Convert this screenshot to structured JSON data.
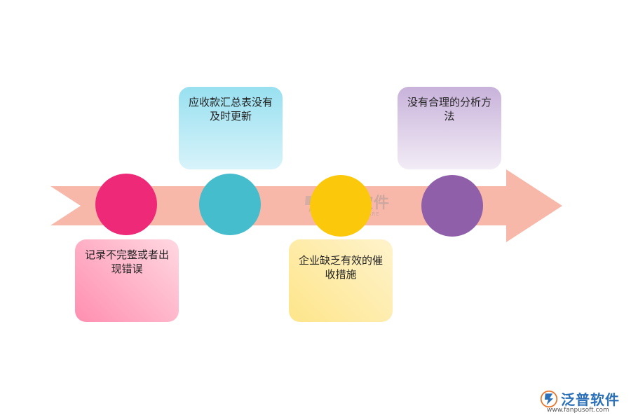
{
  "colors": {
    "arrow": "#f7b8aa",
    "circle_1": "#ee2a78",
    "circle_2": "#45bdcc",
    "circle_3": "#fcc80c",
    "circle_4": "#8f5fa9",
    "card_1_from": "#ff8eb0",
    "card_1_to": "#ffd8e2",
    "card_2_from": "#d8f3fa",
    "card_2_to": "#98e0f0",
    "card_3_from": "#fde58a",
    "card_3_to": "#fff3cc",
    "card_4_from": "#f2ecf6",
    "card_4_to": "#c8b2da"
  },
  "cards": [
    {
      "text": "记录不完整或者出现错误"
    },
    {
      "text": "应收款汇总表没有及时更新"
    },
    {
      "text": "企业缺乏有效的催收措施"
    },
    {
      "text": "没有合理的分析方法"
    }
  ],
  "watermark": {
    "title": "泛普软件",
    "subtitle": "FANPU SOFTWARE"
  },
  "logo": {
    "text": "泛普软件",
    "url": "www.fanpusoft.com"
  }
}
